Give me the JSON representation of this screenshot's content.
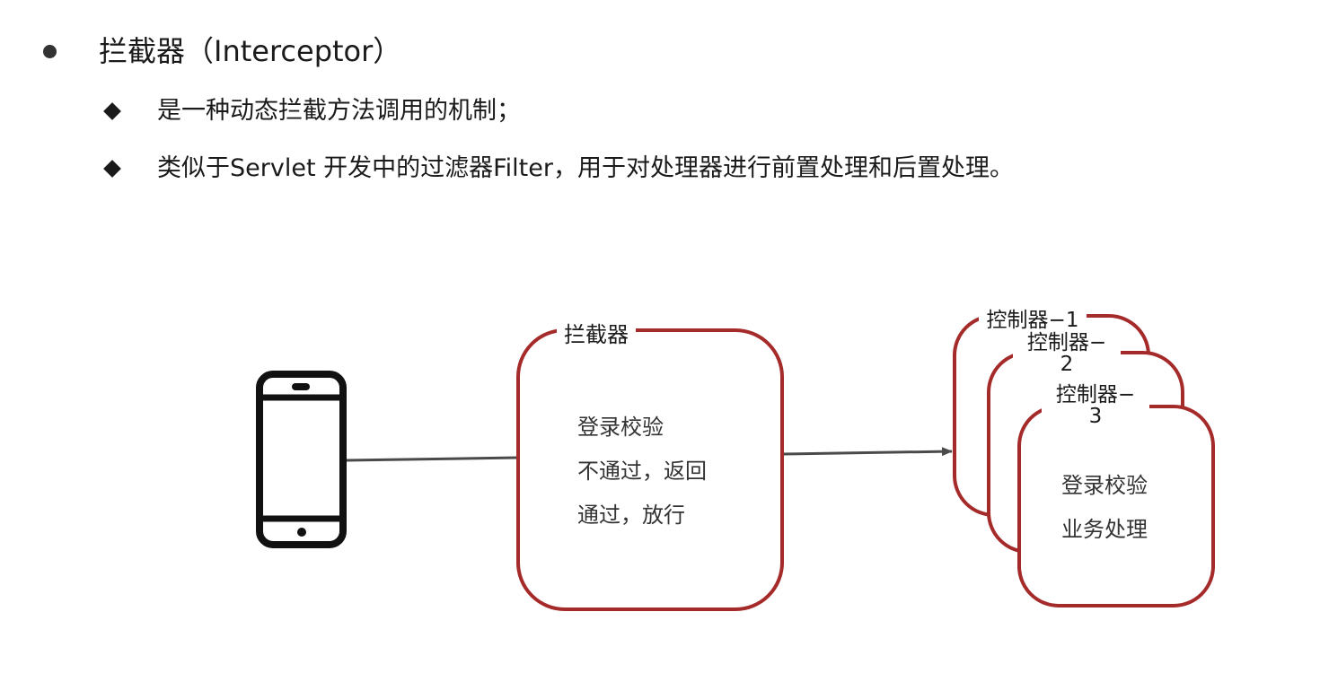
{
  "heading": {
    "bullet": "●",
    "text": "拦截器（Interceptor）"
  },
  "points": [
    "是一种动态拦截方法调用的机制；",
    "类似于Servlet 开发中的过滤器Filter，用于对处理器进行前置处理和后置处理。"
  ],
  "diagram": {
    "client": {
      "icon": "smartphone-icon"
    },
    "interceptor": {
      "title": "拦截器",
      "lines": [
        "登录校验",
        "不通过，返回",
        "通过，放行"
      ]
    },
    "controllers": [
      {
        "title_line1": "控制器−1",
        "title_line2": ""
      },
      {
        "title_line1": "控制器−",
        "title_line2": "2"
      },
      {
        "title_line1": "控制器−",
        "title_line2": "3"
      }
    ],
    "controller_body": [
      "登录校验",
      "业务处理"
    ],
    "colors": {
      "box_border": "#a52a2a",
      "arrow": "#4a4a4a",
      "phone": "#111111"
    }
  }
}
